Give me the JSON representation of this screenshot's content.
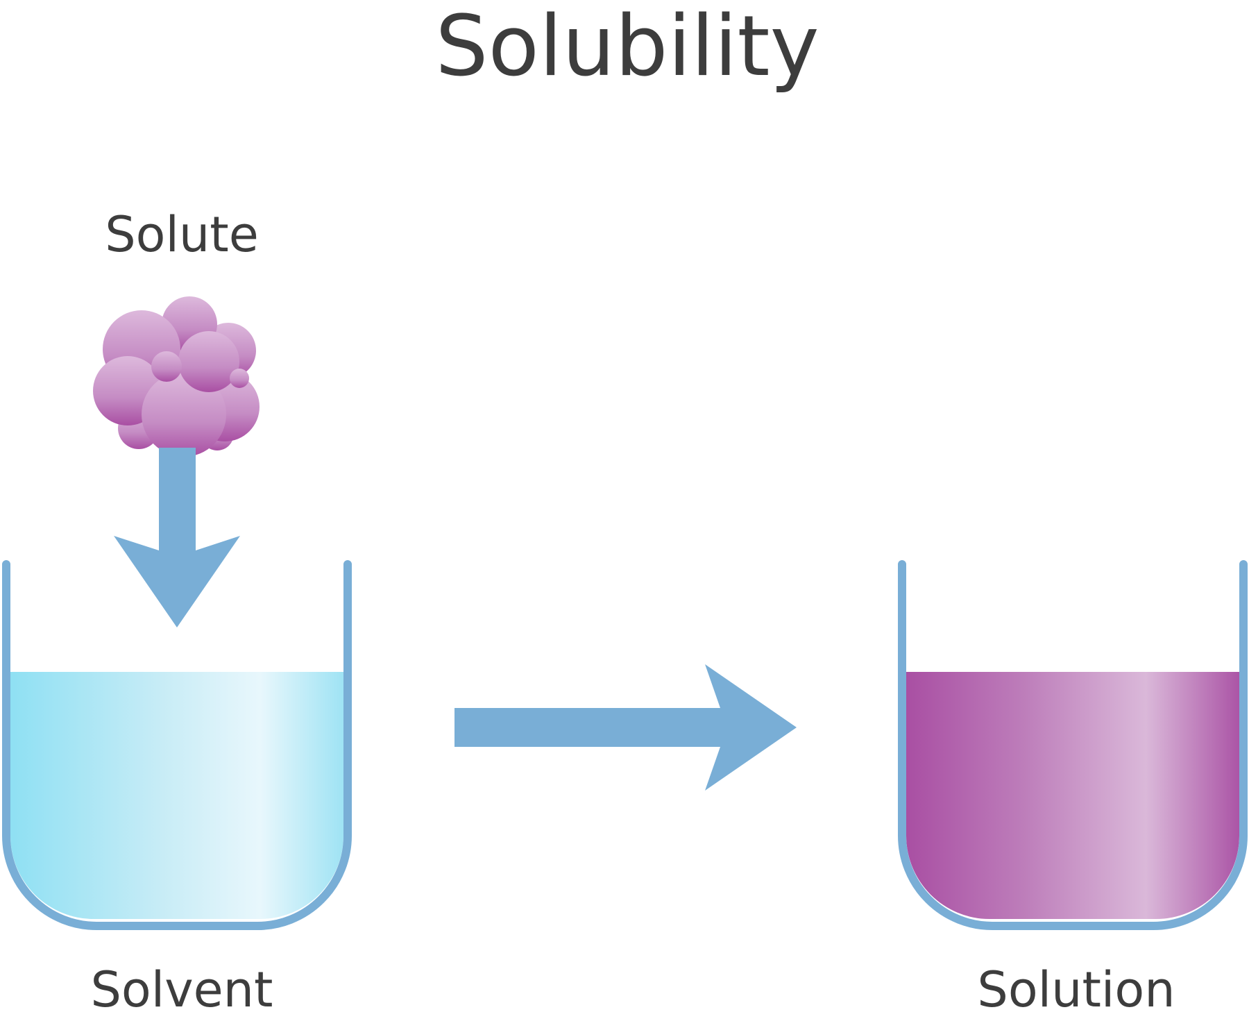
{
  "title": "Solubility",
  "labels": {
    "solute": "Solute",
    "solvent": "Solvent",
    "solution": "Solution"
  },
  "colors": {
    "text": "#3d3d3d",
    "beaker_outline": "#79aed6",
    "arrow": "#79aed6",
    "solvent_liquid": "#8fe0f3",
    "solution_liquid": "#a94fa3",
    "solute_particle": "#c58cc4"
  },
  "icons": {
    "solute": "solute-particle-cluster-icon",
    "solvent_beaker": "beaker-icon",
    "solution_beaker": "beaker-icon",
    "drop_arrow": "arrow-down-icon",
    "process_arrow": "arrow-right-icon"
  }
}
